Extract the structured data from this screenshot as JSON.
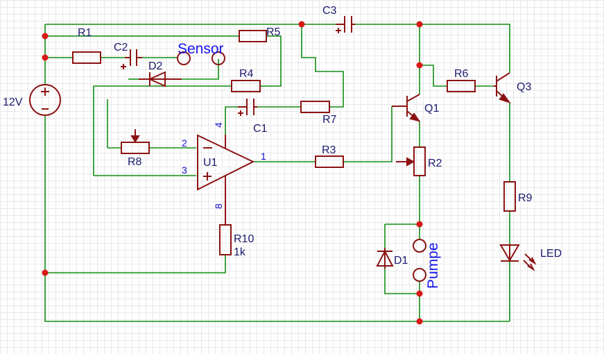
{
  "schematic": {
    "components": {
      "r1": "R1",
      "r2": "R2",
      "r3": "R3",
      "r4": "R4",
      "r5": "R5",
      "r6": "R6",
      "r7": "R7",
      "r8": "R8",
      "r9": "R9",
      "r10": "R10",
      "r10_value": "1k",
      "c1": "C1",
      "c2": "C2",
      "c3": "C3",
      "d1": "D1",
      "d2": "D2",
      "q1": "Q1",
      "q3": "Q3",
      "u1": "U1",
      "led": "LED",
      "supply": "12V"
    },
    "pins": {
      "p1": "1",
      "p2": "2",
      "p3": "3",
      "p4": "4",
      "p8": "8"
    },
    "connectors": {
      "sensor": "Sensor",
      "pump": "Pumpe"
    },
    "polarity": {
      "plus": "+",
      "minus": "−"
    },
    "colors": {
      "wire": "#128c12",
      "part": "#8c1212",
      "junction": "#d81818",
      "label": "#1a1a6e",
      "connector_label": "#1515ee"
    }
  }
}
